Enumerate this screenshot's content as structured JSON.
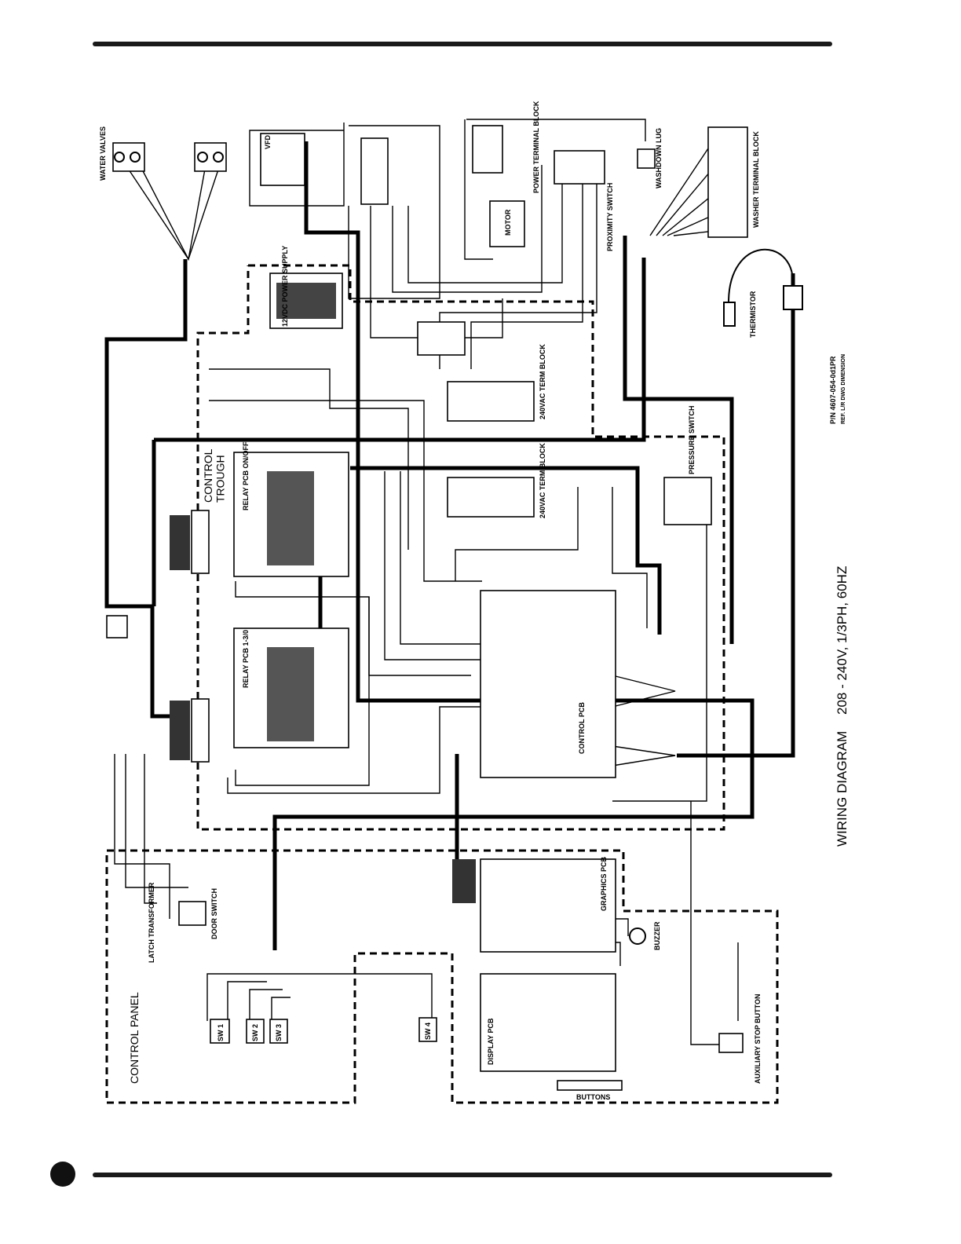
{
  "title": "WIRING DIAGRAM",
  "spec": "208 - 240V, 1/3PH, 60HZ",
  "part_number": "P/N 4607-054-0d1PR",
  "part_note": "REF. L/R DWG DIMENSION",
  "groups": {
    "control_trough": "CONTROL\nTROUGH",
    "control_panel": "CONTROL PANEL"
  },
  "components": {
    "water_valves": "WATER VALVES",
    "vfd": "VFD",
    "power_terminal_block": "POWER TERMINAL BLOCK",
    "motor": "MOTOR",
    "proximity_switch": "PROXIMITY SWITCH",
    "washdown_lug": "WASHDOWN LUG",
    "washer_terminal_block": "WASHER TERMINAL BLOCK",
    "power_supply": "12VDC POWER SUPPLY",
    "thermistor": "THERMISTOR",
    "terminal_block_1": "240VAC TERM BLOCK",
    "terminal_block_2": "240VAC TERM BLOCK",
    "pressure_switch": "PRESSURE SWITCH",
    "relay_pcb_1": "RELAY PCB ON/OFF",
    "relay_pcb_2": "RELAY PCB 1-3/0",
    "control_pcb": "CONTROL PCB",
    "graphics_pcb": "GRAPHICS PCB",
    "display_pcb": "DISPLAY PCB",
    "buttons": "BUTTONS",
    "auxiliary_stop": "AUXILIARY STOP BUTTON",
    "buzzer": "BUZZER",
    "safety_transformer": "LATCH TRANSFORMER",
    "door_switch": "DOOR SWITCH",
    "sw_1": "SW 1",
    "sw_2": "SW 2",
    "sw_3": "SW 3",
    "sw_4": "SW 4"
  }
}
